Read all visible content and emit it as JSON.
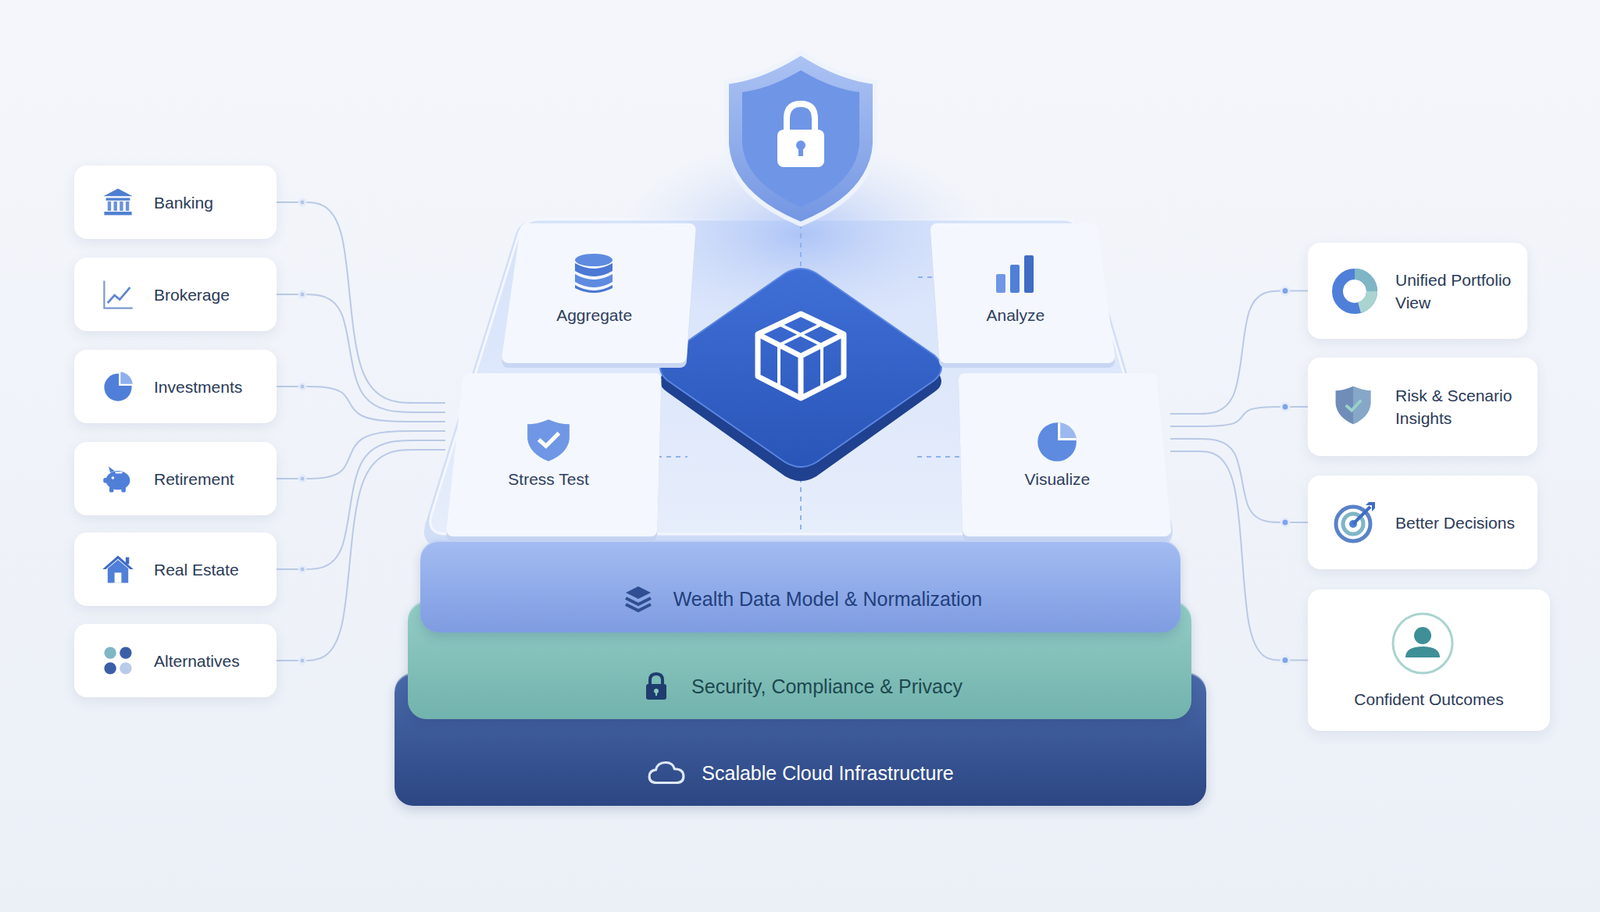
{
  "diagram": {
    "nodes": [
      {
        "text": [
          "Banking"
        ]
      },
      {
        "text": [
          "Brokerage"
        ]
      },
      {
        "text": [
          "Investments"
        ]
      },
      {
        "text": [
          "Retirement"
        ]
      },
      {
        "text": [
          "Real Estate"
        ]
      },
      {
        "text": [
          "Alternatives"
        ]
      },
      {
        "text": [
          "Aggregate"
        ]
      },
      {
        "text": [
          "Analyze"
        ]
      },
      {
        "text": [
          "Stress Test"
        ]
      },
      {
        "text": [
          "Visualize"
        ]
      },
      {
        "text": [
          "Wealth Data Model & Normalization"
        ]
      },
      {
        "text": [
          "Security, Compliance & Privacy"
        ]
      },
      {
        "text": [
          "Scalable Cloud Infrastructure"
        ]
      },
      {
        "text": [
          "Unified Portfolio View"
        ]
      },
      {
        "text": [
          "Risk & Scenario Insights"
        ]
      },
      {
        "text": [
          "Better Decisions"
        ]
      },
      {
        "text": [
          "Confident Outcomes"
        ]
      }
    ],
    "edges": [
      {
        "from": 0,
        "to": 8,
        "arrow": "none"
      },
      {
        "from": 1,
        "to": 8,
        "arrow": "none"
      },
      {
        "from": 2,
        "to": 8,
        "arrow": "none"
      },
      {
        "from": 3,
        "to": 8,
        "arrow": "none"
      },
      {
        "from": 4,
        "to": 8,
        "arrow": "none"
      },
      {
        "from": 5,
        "to": 8,
        "arrow": "none"
      },
      {
        "from": 9,
        "to": 13,
        "arrow": "none"
      },
      {
        "from": 9,
        "to": 14,
        "arrow": "none"
      },
      {
        "from": 9,
        "to": 15,
        "arrow": "none"
      },
      {
        "from": 9,
        "to": 16,
        "arrow": "none"
      }
    ]
  }
}
